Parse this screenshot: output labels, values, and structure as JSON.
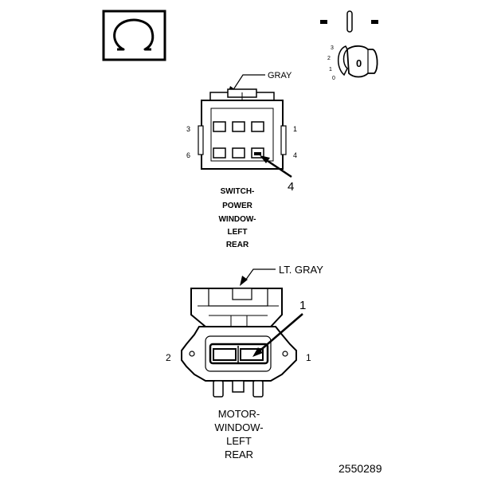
{
  "symbol": {
    "glyph": "Ω",
    "icon": "ohmmeter-icon"
  },
  "key_switch": {
    "positions": [
      "3",
      "2",
      "1",
      "0"
    ],
    "key_label": "0"
  },
  "switch_connector": {
    "color": "GRAY",
    "pins": {
      "top_left": "3",
      "top_right": "1",
      "bottom_left": "6",
      "bottom_right": "4"
    },
    "callout": "4",
    "caption": [
      "SWITCH-",
      "POWER",
      "WINDOW-",
      "LEFT",
      "REAR"
    ]
  },
  "motor_connector": {
    "color": "LT. GRAY",
    "pins": {
      "left": "2",
      "right": "1"
    },
    "callout": "1",
    "caption": [
      "MOTOR-",
      "WINDOW-",
      "LEFT",
      "REAR"
    ]
  },
  "figure_number": "2550289"
}
